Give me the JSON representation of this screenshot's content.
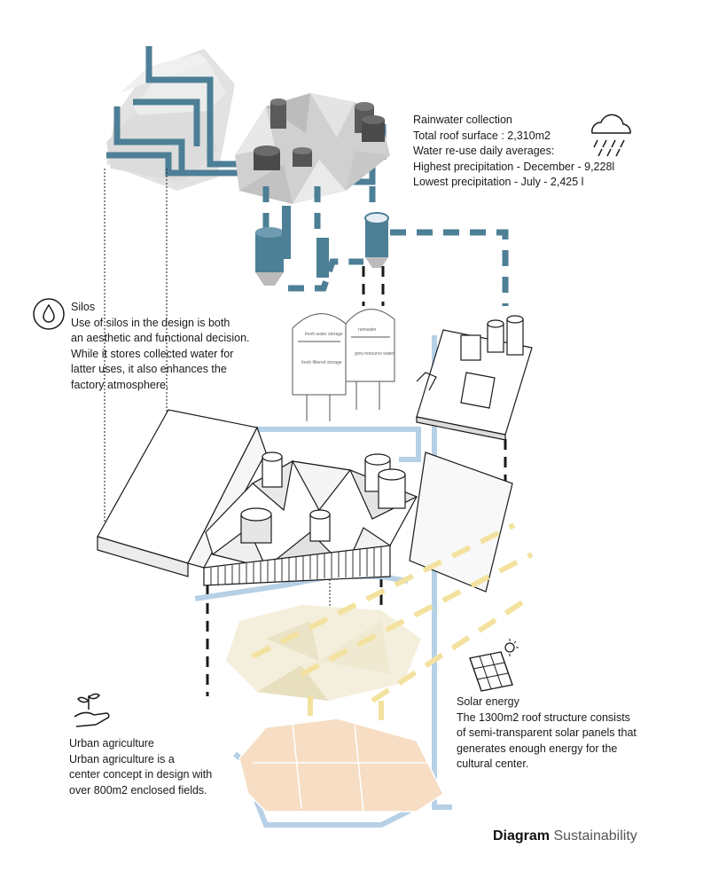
{
  "rainwater": {
    "title": "Rainwater collection",
    "lines": [
      "Total roof surface : 2,310m2",
      "Water re-use daily averages:",
      "Highest precipitation - December - 9,228l",
      "Lowest precipitation - July - 2,425 l"
    ],
    "icon": "rain-cloud-icon"
  },
  "silos": {
    "title": "Silos",
    "lines": [
      "Use of silos in the design is both",
      "an aesthetic and functional decision.",
      "While it stores collected water for",
      "latter uses, it also enhances the",
      "factory atmosphere."
    ],
    "icon": "water-recycle-icon"
  },
  "agriculture": {
    "title": "Urban agriculture",
    "lines": [
      "Urban agriculture is a",
      "center concept in design with",
      "over 800m2 enclosed fields."
    ],
    "icon": "hand-plant-icon"
  },
  "solar": {
    "title": "Solar energy",
    "lines": [
      "The 1300m2 roof structure consists",
      "of semi-transparent solar panels that",
      "generates enough energy for the",
      "cultural center."
    ],
    "icon": "solar-panel-icon"
  },
  "footer": {
    "bold": "Diagram",
    "light": "Sustainability"
  },
  "silo_labels": {
    "left_top": "fresh water storage",
    "left_mid": "fresh filtered storage",
    "right_top": "rainwater",
    "right_mid": "grey-resource water"
  },
  "colors": {
    "water_teal": "#4d7f96",
    "light_blue": "#b6d0e6",
    "solar_yellow": "#f3e29f",
    "field_peach": "#f6ddc3",
    "panel_cream": "#f4efdc",
    "roof_grey": "#d9d9d9",
    "line_black": "#1a1a1a"
  }
}
